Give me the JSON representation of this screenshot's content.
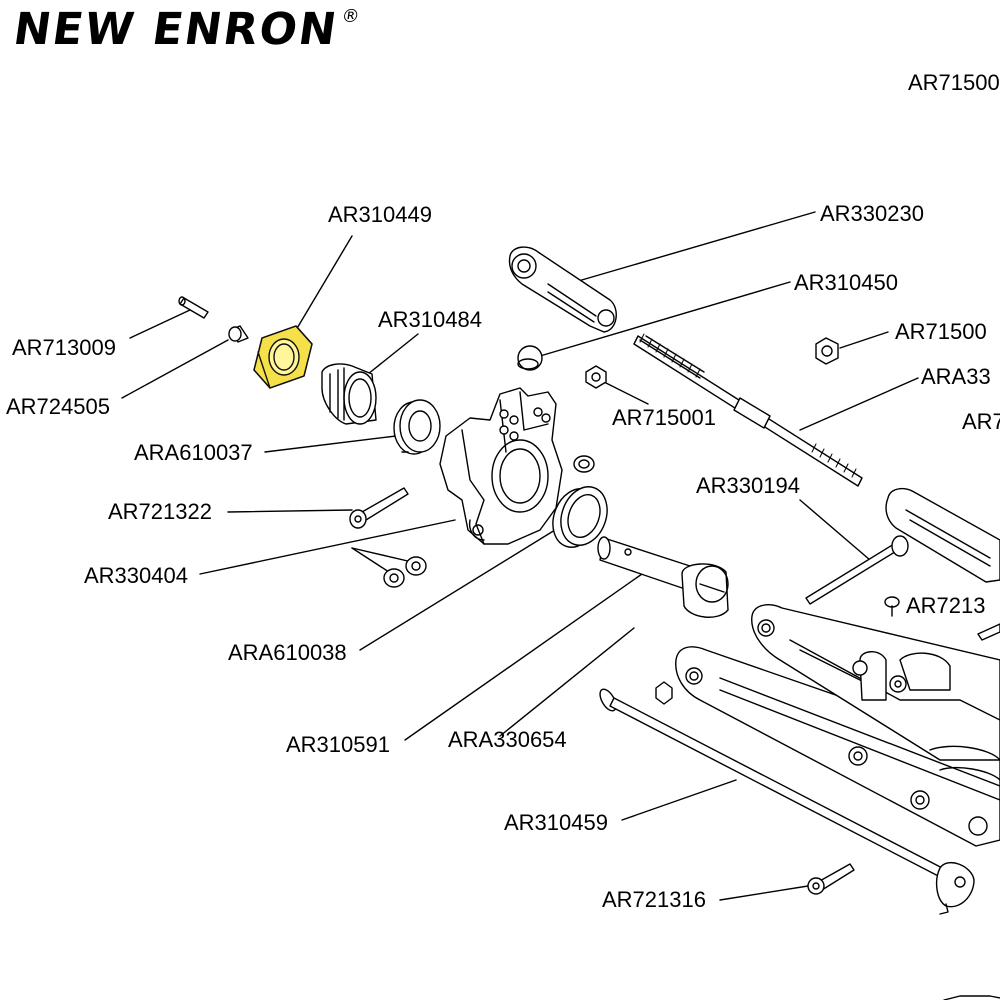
{
  "brand": {
    "name": "NEW ENRON",
    "registered_mark": "®"
  },
  "highlight_color": "#f5e04a",
  "labels": {
    "ar715001_top": "AR71500",
    "ar310449": "AR310449",
    "ar330230": "AR330230",
    "ar310450": "AR310450",
    "ar713009": "AR713009",
    "ar310484": "AR310484",
    "ar715005": "AR71500",
    "ar724505": "AR724505",
    "ara330_right": "ARA33",
    "ar7_right": "AR7",
    "ar715001": "AR715001",
    "ara610037": "ARA610037",
    "ar330194": "AR330194",
    "ar721322": "AR721322",
    "ar72130_right": "AR7213",
    "ar330404": "AR330404",
    "ara610038": "ARA610038",
    "ar310591": "AR310591",
    "ara330654": "ARA330654",
    "ar310459": "AR310459",
    "ar721316": "AR721316"
  }
}
